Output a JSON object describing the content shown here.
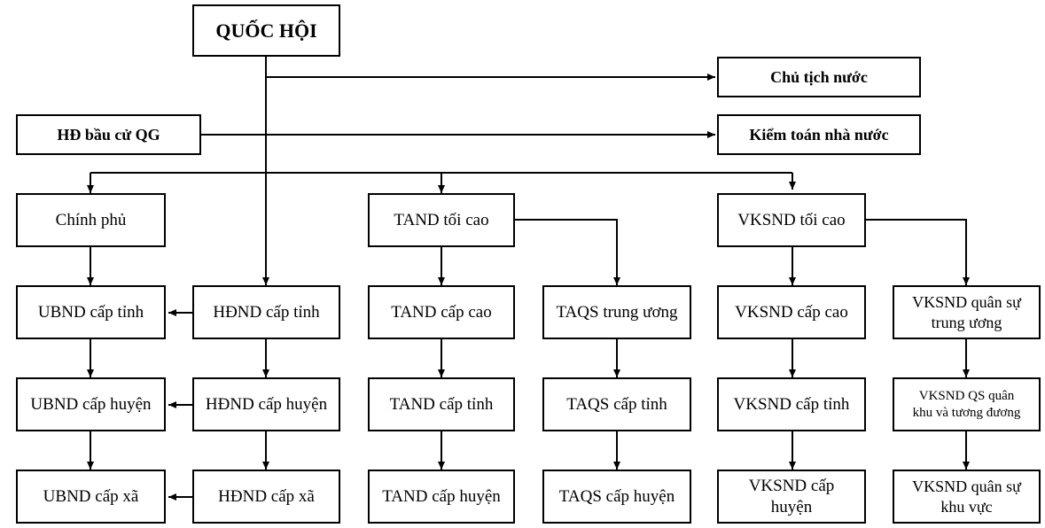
{
  "nodes": {
    "quoc_hoi": "QUỐC HỘI",
    "chu_tich_nuoc": "Chủ tịch nước",
    "hd_bau_cu": "HĐ bầu cử QG",
    "kiem_toan": "Kiểm toán nhà nước",
    "chinh_phu": "Chính phủ",
    "tand_toi_cao": "TAND tối cao",
    "vksnd_toi_cao": "VKSND tối cao",
    "ubnd_tinh": "UBND cấp tỉnh",
    "hdnd_tinh": "HĐND cấp tỉnh",
    "tand_cap_cao": "TAND cấp cao",
    "taqs_trung_uong": "TAQS trung ương",
    "vksnd_cap_cao": "VKSND cấp cao",
    "vksnd_qs_trung_uong": "VKSND quân sự\ntrung ương",
    "ubnd_huyen": "UBND cấp huyện",
    "hdnd_huyen": "HĐND cấp huyện",
    "tand_tinh": "TAND cấp tỉnh",
    "taqs_tinh": "TAQS cấp tỉnh",
    "vksnd_tinh": "VKSND cấp tỉnh",
    "vksnd_qs_quan_khu": "VKSND QS quân\nkhu và tương đương",
    "ubnd_xa": "UBND cấp xã",
    "hdnd_xa": "HĐND cấp xã",
    "tand_huyen": "TAND cấp huyện",
    "taqs_huyen": "TAQS cấp huyện",
    "vksnd_huyen": "VKSND cấp\nhuyện",
    "vksnd_qs_khu_vuc": "VKSND quân sự\nkhu vực"
  }
}
